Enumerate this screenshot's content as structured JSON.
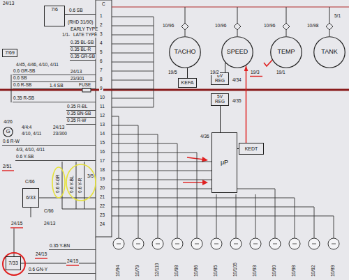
{
  "diagram": {
    "nodes": [
      {
        "text": [
          "7/6"
        ]
      },
      {
        "text": [
          "7/69"
        ]
      },
      {
        "text": [
          "4/26",
          "G"
        ]
      },
      {
        "text": [
          "6/33"
        ]
      },
      {
        "text": [
          "7/33"
        ]
      },
      {
        "text": [
          "TACHO"
        ]
      },
      {
        "text": [
          "SPEED"
        ]
      },
      {
        "text": [
          "TEMP"
        ]
      },
      {
        "text": [
          "TANK"
        ]
      },
      {
        "text": [
          "KEFA"
        ]
      },
      {
        "text": [
          "6V REG"
        ]
      },
      {
        "text": [
          "5V REG"
        ]
      },
      {
        "text": [
          "μP"
        ]
      },
      {
        "text": [
          "KEDT"
        ]
      }
    ],
    "edges": [
      {
        "from": 9,
        "to": 5,
        "arrow": "none"
      },
      {
        "from": 10,
        "to": 6,
        "arrow": "none"
      },
      {
        "from": 11,
        "to": 12,
        "arrow": "none"
      },
      {
        "from": 12,
        "to": 13,
        "arrow": "none"
      },
      {
        "from": 13,
        "to": 6,
        "arrow": "to"
      }
    ],
    "labels": [
      "24/13",
      "0.6 SB",
      "(RHD 31/90)",
      "EARLY TYPE",
      "1/1-",
      "LATE TYPE",
      "0.35 BL-SB",
      "0.35 BL-R",
      "0.35 GR-SB",
      "4/45, 4/46, 4/10, 4/11",
      "0.6 GR-SB",
      "0.6 SB",
      "0.6 R-SB",
      "1.4 SB",
      "24/13",
      "23/301",
      "FUSE",
      "0.35 R-SB",
      "0.35 R-BL",
      "0.35 BN-SB",
      "0.35 R-W",
      "4/4:4",
      "4/10, 4/11",
      "24/13",
      "23/300",
      "0.6 R-W",
      "4/3, 4/10, 4/11",
      "0.6 Y-SB",
      "2/51",
      "0.6 Y-GR",
      "0.6 Y-BL",
      "0.6 Y-R",
      "3/5",
      "C/66",
      "C/66",
      "24/15",
      "24/13",
      "0.35 Y-BN",
      "24/15",
      "0.6 GN-Y",
      "24/15",
      "C",
      "1",
      "2",
      "3",
      "4",
      "5",
      "6",
      "7",
      "8",
      "9",
      "10",
      "11",
      "12",
      "13",
      "14",
      "15",
      "16",
      "17",
      "18",
      "19",
      "20",
      "21",
      "22",
      "23",
      "24",
      "10/96",
      "10/96",
      "10/96",
      "10/98",
      "5/1",
      "19/5",
      "19/2",
      "19/3",
      "19/1",
      "4/34",
      "4/35",
      "4/36",
      "10/94",
      "10/79",
      "12/110",
      "10/98",
      "10/86",
      "10/85",
      "10/105",
      "10/93",
      "10/90",
      "10/98",
      "10/92",
      "10/89"
    ]
  }
}
